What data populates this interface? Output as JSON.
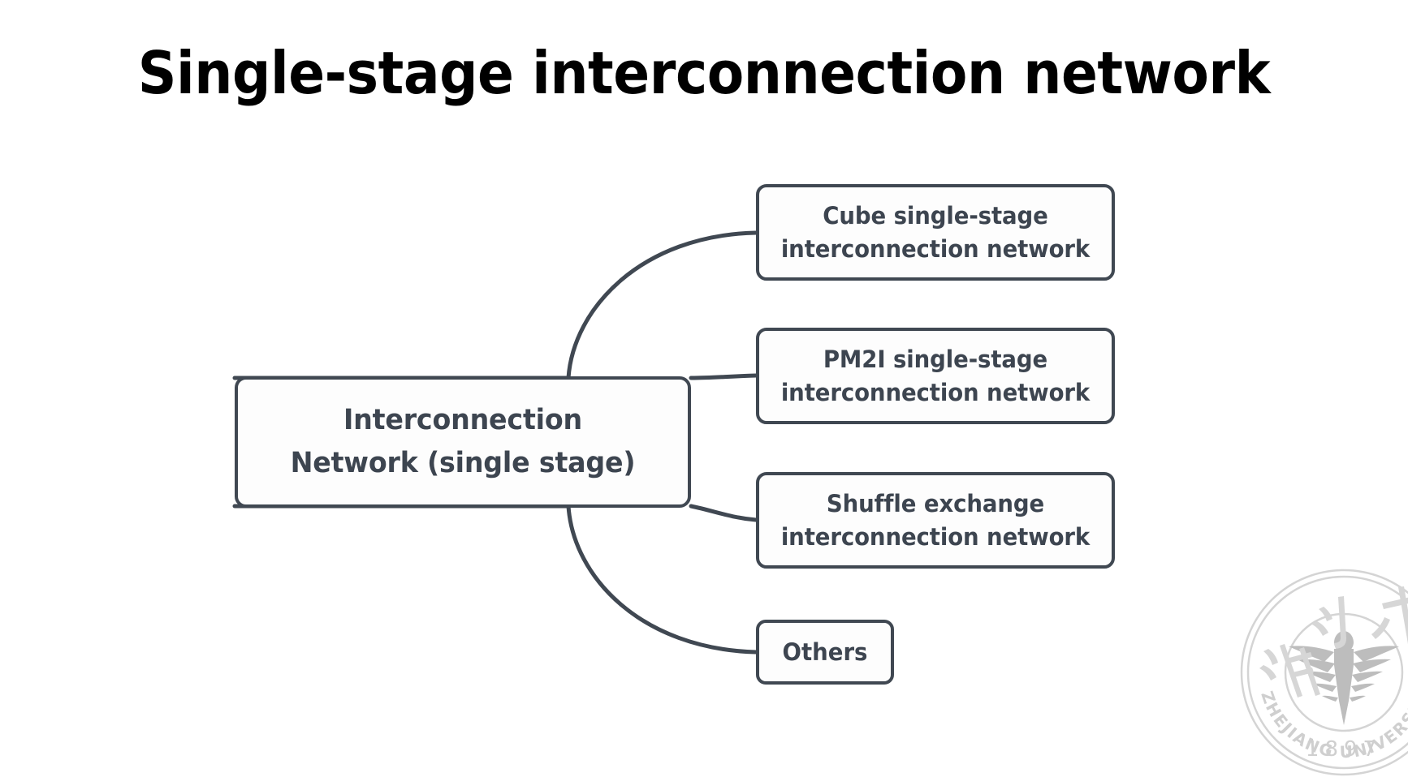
{
  "slide": {
    "title": "Single-stage interconnection network",
    "background_color": "#ffffff",
    "title_color": "#000000"
  },
  "theme": {
    "node_border_color": "#404852",
    "node_fill_color": "#fdfdfd",
    "node_text_color": "#3d4550",
    "connector_color": "#404852",
    "watermark_color": "#d2d2d2"
  },
  "mindmap": {
    "root": {
      "label": "Interconnection\nNetwork (single stage)",
      "line1": "Interconnection",
      "line2": "Network (single stage)"
    },
    "branches": [
      {
        "id": "cube",
        "label": "Cube single-stage\ninterconnection network",
        "line1": "Cube single-stage",
        "line2": "interconnection network"
      },
      {
        "id": "pm2i",
        "label": "PM2I single-stage\ninterconnection network",
        "line1": "PM2I single-stage",
        "line2": "interconnection network"
      },
      {
        "id": "shuffle",
        "label": "Shuffle exchange\ninterconnection network",
        "line1": "Shuffle exchange",
        "line2": "interconnection network"
      },
      {
        "id": "others",
        "label": "Others",
        "line1": "Others",
        "line2": ""
      }
    ]
  },
  "watermark": {
    "name": "zhejiang-university-seal",
    "year": "1897",
    "outer_text": "ZHEJIANG UNIVERSITY",
    "chinese_text": "浙江大学"
  }
}
